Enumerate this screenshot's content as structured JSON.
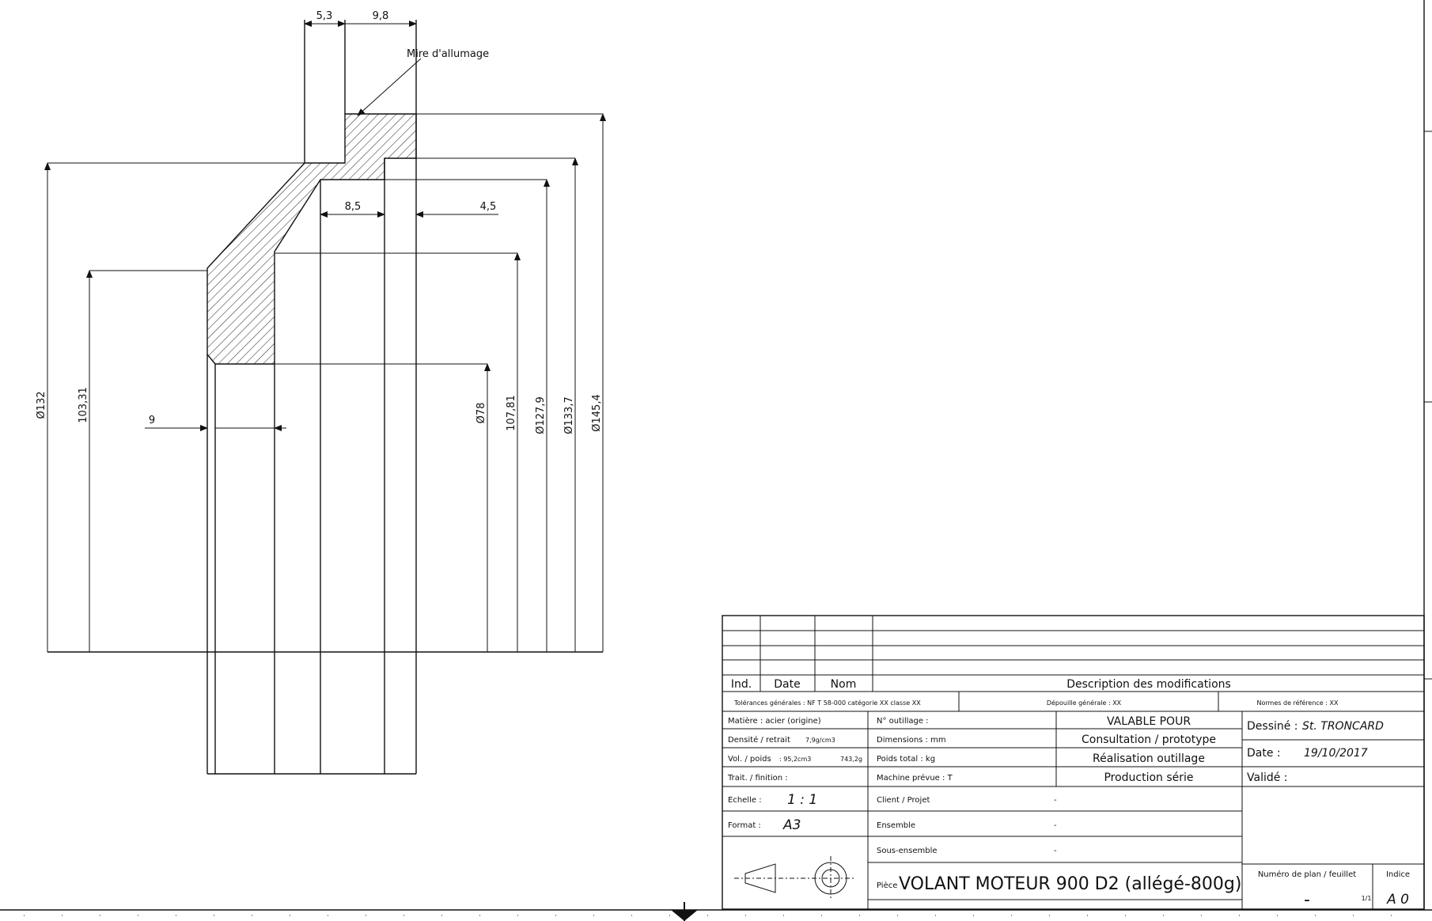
{
  "drawing": {
    "callout": "Mire d'allumage",
    "dimensions": {
      "d_5_3": "5,3",
      "d_9_8": "9,8",
      "d_8_5": "8,5",
      "d_4_5": "4,5",
      "d_9": "9",
      "dia_132": "Ø132",
      "d_103_31": "103,31",
      "dia_78": "Ø78",
      "d_107_81": "107,81",
      "dia_127_9": "Ø127,9",
      "dia_133_7": "Ø133,7",
      "dia_145_4": "Ø145,4"
    }
  },
  "title_block": {
    "revision_headers": {
      "ind": "Ind.",
      "date": "Date",
      "nom": "Nom",
      "description": "Description des modifications"
    },
    "tolerances": "Tolérances générales : NF T 58-000 catégorie XX classe XX",
    "depouille": "Dépouille générale : XX",
    "normes": "Normes de référence : XX",
    "matiere": "Matière : acier (origine)",
    "densite_label": "Densité / retrait",
    "densite_value": "7,9g/cm3",
    "vol_label": "Vol. / poids",
    "vol_value": ": 95,2cm3",
    "poids_value": "743,2g",
    "trait": "Trait. / finition :",
    "outillage": "N° outillage :",
    "dimensions": "Dimensions : mm",
    "poids_total": "Poids total : kg",
    "machine": "Machine prévue : T",
    "valable_pour": "VALABLE POUR",
    "consultation": "Consultation / prototype",
    "realisation": "Réalisation outillage",
    "production": "Production série",
    "dessine_label": "Dessiné :",
    "dessine_value": "St. TRONCARD",
    "date_label": "Date :",
    "date_value": "19/10/2017",
    "valide_label": "Validé :",
    "echelle_label": "Echelle :",
    "echelle_value": "1 : 1",
    "format_label": "Format :",
    "format_value": "A3",
    "client_label": "Client / Projet",
    "client_value": "-",
    "ensemble_label": "Ensemble",
    "ensemble_value": "-",
    "sous_ensemble_label": "Sous-ensemble",
    "sous_ensemble_value": "-",
    "piece_label": "Pièce",
    "piece_value": "VOLANT MOTEUR 900 D2 (allégé-800g)",
    "numero_label": "Numéro de plan / feuillet",
    "numero_value": "-",
    "feuillet_value": "1/1",
    "indice_label": "Indice",
    "indice_value": "A 0"
  }
}
